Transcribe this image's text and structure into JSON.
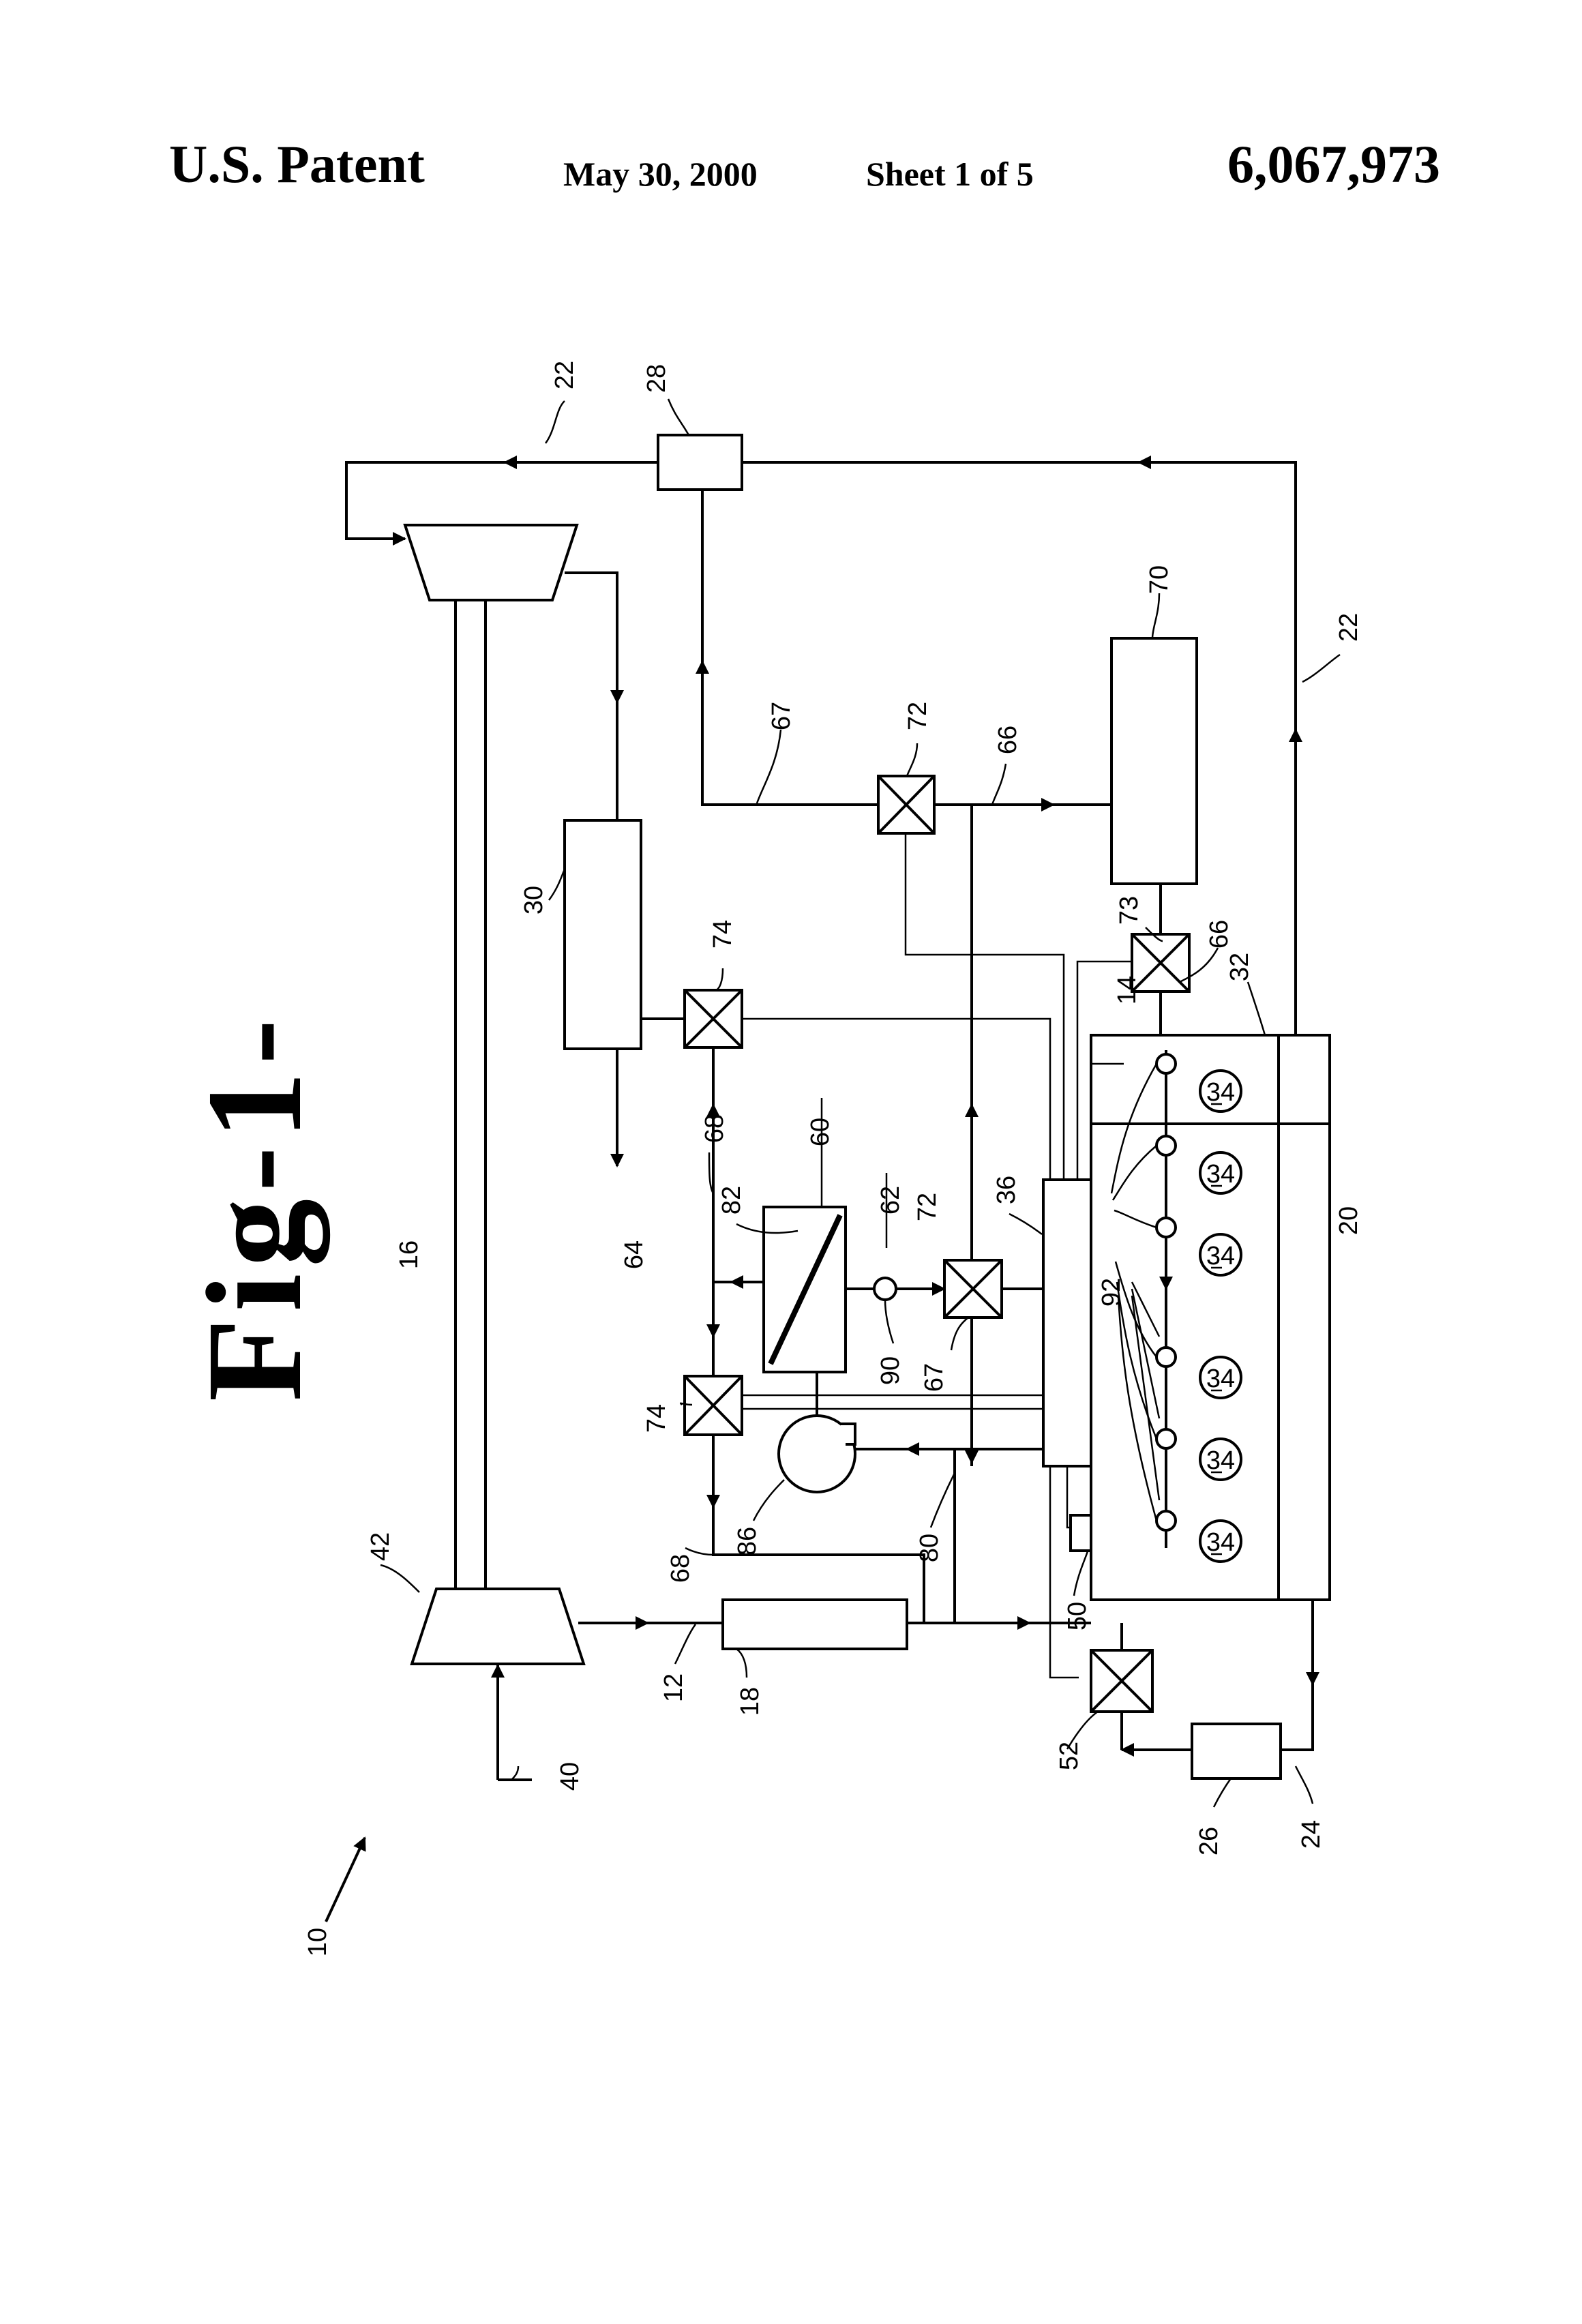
{
  "header": {
    "office": "U.S. Patent",
    "date": "May 30, 2000",
    "sheet": "Sheet 1 of 5",
    "patent_number": "6,067,973"
  },
  "figure": {
    "label": "Fig-1-"
  },
  "reference_numerals": {
    "system": "10",
    "intake_line": "12",
    "intake_manifold": "14",
    "shaft": "16",
    "aftercooler": "18",
    "engine": "20",
    "exhaust_line": "22",
    "egr_line": "24",
    "egr_cooler": "26",
    "exhaust_component_28": "28",
    "exhaust_component_30": "30",
    "exhaust_manifold": "32",
    "cylinder": "34",
    "controller": "36",
    "ambient_air": "40",
    "compressor": "42",
    "sensor": "50",
    "egr_valve": "52",
    "membrane_separator": "60",
    "arrow_62": "62",
    "arrow_64": "64",
    "line_66": "66",
    "line_67": "67",
    "line_68": "68",
    "component_70": "70",
    "valve_72": "72",
    "valve_73": "73",
    "valve_74": "74",
    "line_80": "80",
    "membrane_82": "82",
    "pump": "86",
    "check_valve": "90",
    "injectors": "92"
  }
}
